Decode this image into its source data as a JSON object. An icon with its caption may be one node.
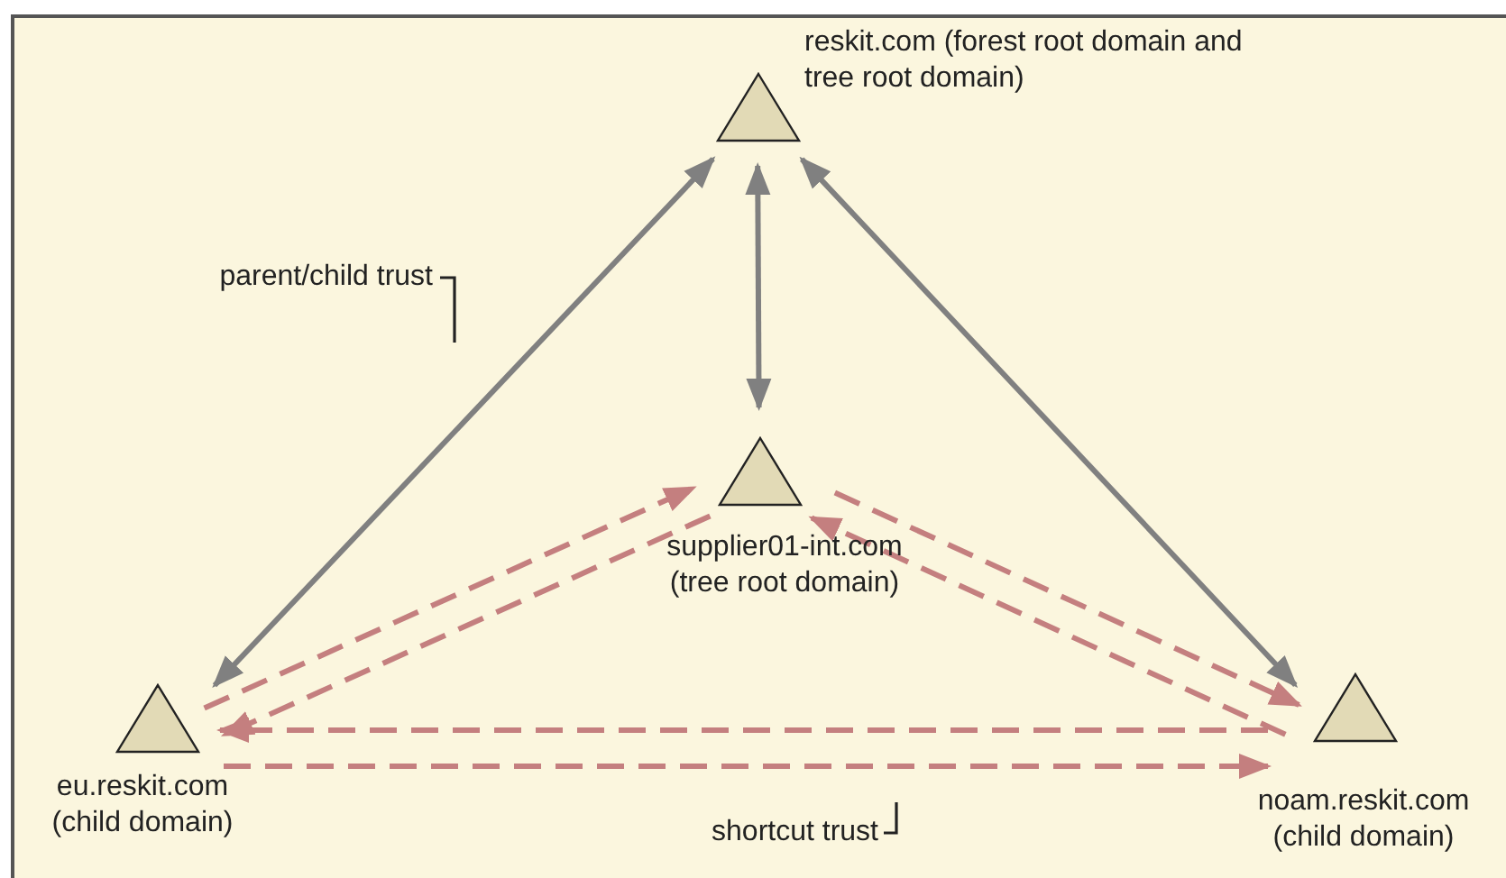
{
  "diagram": {
    "nodes": [
      {
        "text": [
          "reskit.com (forest root domain and tree root domain)"
        ]
      },
      {
        "text": [
          "supplier01-int.com (tree root domain)"
        ]
      },
      {
        "text": [
          "eu.reskit.com (child domain)"
        ]
      },
      {
        "text": [
          "noam.reskit.com (child domain)"
        ]
      }
    ],
    "edges": [
      {
        "from": 0,
        "to": 2,
        "arrow": "both",
        "color": "#808080"
      },
      {
        "from": 0,
        "to": 1,
        "arrow": "both",
        "color": "#808080"
      },
      {
        "from": 0,
        "to": 3,
        "arrow": "both",
        "color": "#808080"
      },
      {
        "from": 2,
        "to": 1,
        "arrow": "to",
        "style": "dashed"
      },
      {
        "from": 1,
        "to": 2,
        "arrow": "to",
        "style": "dashed"
      },
      {
        "from": 1,
        "to": 3,
        "arrow": "to",
        "style": "dashed"
      },
      {
        "from": 3,
        "to": 1,
        "arrow": "to",
        "style": "dashed"
      },
      {
        "from": 3,
        "to": 2,
        "arrow": "to",
        "style": "dashed"
      },
      {
        "from": 2,
        "to": 3,
        "arrow": "to",
        "style": "dashed"
      }
    ],
    "labels": [
      "parent/child trust",
      "shortcut trust"
    ]
  }
}
